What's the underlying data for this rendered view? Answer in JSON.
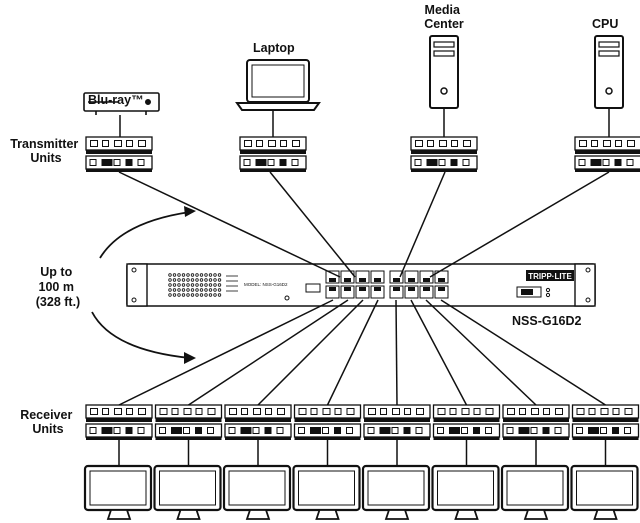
{
  "sources": [
    {
      "label": "Blu-ray™",
      "icon": "bluray-player-icon"
    },
    {
      "label": "Laptop",
      "icon": "laptop-icon"
    },
    {
      "label": "Media\nCenter",
      "icon": "media-center-tower-icon"
    },
    {
      "label": "CPU",
      "icon": "cpu-tower-icon"
    }
  ],
  "labels": {
    "transmitter_units": "Transmitter\nUnits",
    "receiver_units": "Receiver\nUnits",
    "distance": "Up to\n100 m\n(328 ft.)",
    "switch_model": "NSS-G16D2",
    "switch_brand": "TRIPP·LITE",
    "switch_model_small": "MODEL: NSS-G16D2"
  },
  "receiver_count": 8,
  "colors": {
    "ink": "#111111",
    "background": "#ffffff"
  }
}
